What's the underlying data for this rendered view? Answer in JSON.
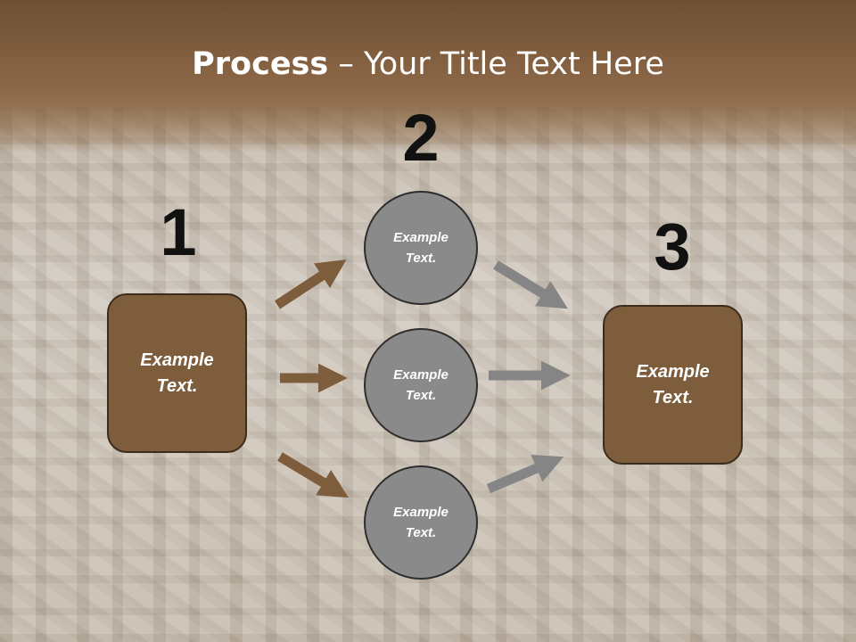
{
  "title": {
    "bold": "Process",
    "rest": " – Your Title Text Here"
  },
  "steps": {
    "one": "1",
    "two": "2",
    "three": "3"
  },
  "boxes": {
    "left": {
      "line1": "Example",
      "line2": "Text."
    },
    "right": {
      "line1": "Example",
      "line2": "Text."
    }
  },
  "circles": [
    {
      "line1": "Example",
      "line2": "Text."
    },
    {
      "line1": "Example",
      "line2": "Text."
    },
    {
      "line1": "Example",
      "line2": "Text."
    }
  ],
  "colors": {
    "brown_arrow": "#7e5d3d",
    "gray_arrow": "#858585",
    "box_fill": "#7e5d3d",
    "circle_fill": "#8a8a8a"
  }
}
